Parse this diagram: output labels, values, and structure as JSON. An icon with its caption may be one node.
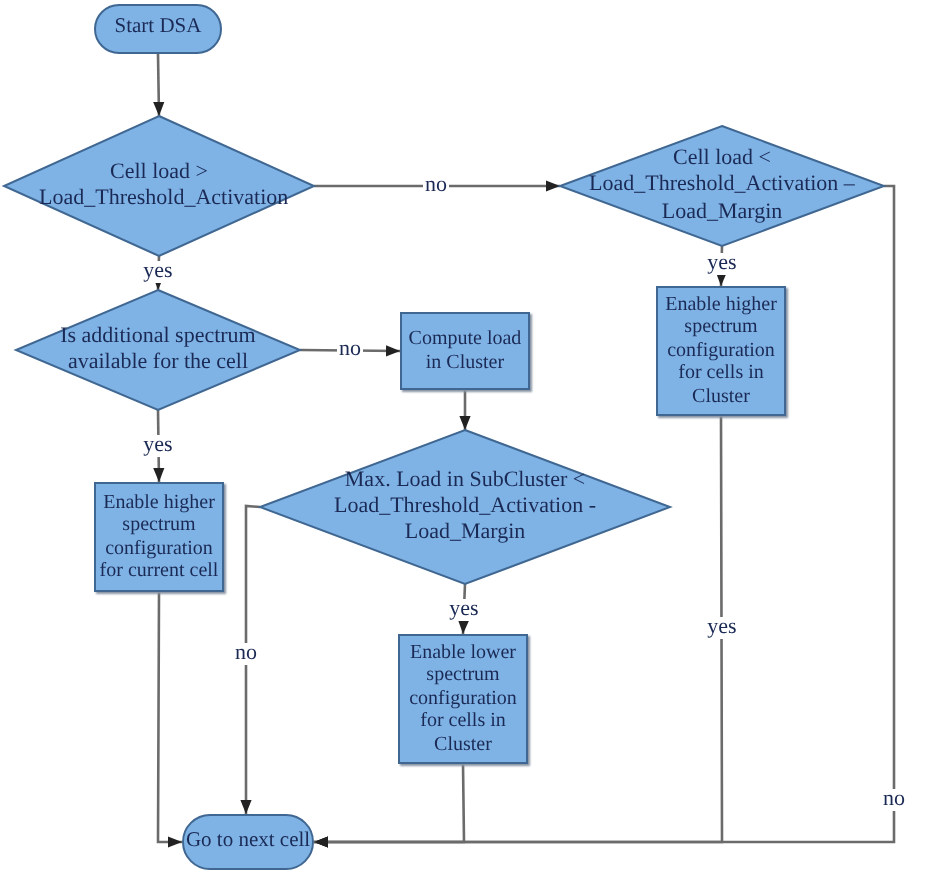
{
  "diagram": {
    "nodes": [
      {
        "text": [
          "Start DSA"
        ]
      },
      {
        "text": [
          "Cell load > Load_Threshold_Activation"
        ]
      },
      {
        "text": [
          "Cell load < Load_Threshold_Activation – Load_Margin"
        ]
      },
      {
        "text": [
          "Is additional spectrum available for the cell"
        ]
      },
      {
        "text": [
          "Compute load in Cluster"
        ]
      },
      {
        "text": [
          "Enable higher spectrum configuration for cells in Cluster"
        ]
      },
      {
        "text": [
          "Enable higher spectrum configuration for current cell"
        ]
      },
      {
        "text": [
          "Max. Load in SubCluster < Load_Threshold_Activation - Load_Margin"
        ]
      },
      {
        "text": [
          "Enable lower spectrum configuration for cells in Cluster"
        ]
      },
      {
        "text": [
          "Go to next cell"
        ]
      }
    ],
    "edges": [
      {
        "from": 0,
        "to": 1,
        "arrow": "to"
      },
      {
        "from": 1,
        "to": 2,
        "arrow": "to",
        "label": "no"
      },
      {
        "from": 1,
        "to": 3,
        "arrow": "to",
        "label": "yes"
      },
      {
        "from": 3,
        "to": 4,
        "arrow": "to",
        "label": "no"
      },
      {
        "from": 3,
        "to": 6,
        "arrow": "to",
        "label": "yes"
      },
      {
        "from": 4,
        "to": 7,
        "arrow": "to"
      },
      {
        "from": 2,
        "to": 5,
        "arrow": "to",
        "label": "yes"
      },
      {
        "from": 7,
        "to": 8,
        "arrow": "to",
        "label": "yes"
      },
      {
        "from": 7,
        "to": 9,
        "arrow": "to",
        "label": "no"
      },
      {
        "from": 6,
        "to": 9,
        "arrow": "to"
      },
      {
        "from": 8,
        "to": 9,
        "arrow": "to"
      },
      {
        "from": 5,
        "to": 9,
        "arrow": "to",
        "label": "yes"
      },
      {
        "from": 2,
        "to": 9,
        "arrow": "to",
        "label": "no"
      }
    ]
  }
}
